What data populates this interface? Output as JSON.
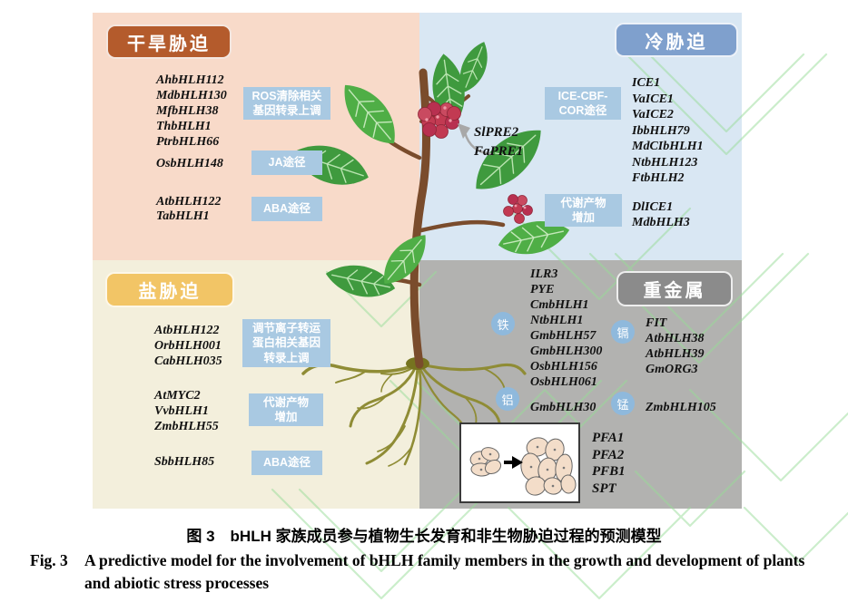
{
  "colors": {
    "drought_bg": "#f8dac9",
    "cold_bg": "#d9e7f3",
    "salt_bg": "#f3efdc",
    "metal_bg": "#b2b2b0",
    "drought_btn": "#b45b2c",
    "cold_btn": "#7fa0cd",
    "salt_btn": "#f2c566",
    "metal_btn": "#8b8b8b",
    "label_box": "#a9c9e2",
    "metal_circle": "#8fb9dc",
    "watermark": "#98dd98"
  },
  "drought": {
    "title": "干旱胁迫",
    "genes1": [
      "AhbHLH112",
      "MdbHLH130",
      "MfbHLH38",
      "ThbHLH1",
      "PtrbHLH66"
    ],
    "box1_line1": "ROS清除相关",
    "box1_line2": "基因转录上调",
    "genes2": [
      "OsbHLH148"
    ],
    "box2": "JA途径",
    "genes3": [
      "AtbHLH122",
      "TabHLH1"
    ],
    "box3": "ABA途径"
  },
  "cold": {
    "title": "冷胁迫",
    "box1_line1": "ICE-CBF-",
    "box1_line2": "COR途径",
    "genes1": [
      "ICE1",
      "VaICE1",
      "VaICE2",
      "IbbHLH79",
      "MdCIbHLH1",
      "NtbHLH123",
      "FtbHLH2"
    ],
    "box2_line1": "代谢产物",
    "box2_line2": "增加",
    "genes2": [
      "DlICE1",
      "MdbHLH3"
    ]
  },
  "plant": {
    "label1": "SlPRE2",
    "label2": "FaPRE1"
  },
  "salt": {
    "title": "盐胁迫",
    "genes1": [
      "AtbHLH122",
      "OrbHLH001",
      "CabHLH035"
    ],
    "box1_line1": "调节离子转运",
    "box1_line2": "蛋白相关基因",
    "box1_line3": "转录上调",
    "genes2": [
      "AtMYC2",
      "VvbHLH1",
      "ZmbHLH55"
    ],
    "box2_line1": "代谢产物",
    "box2_line2": "增加",
    "genes3": [
      "SbbHLH85"
    ],
    "box3": "ABA途径"
  },
  "metal": {
    "title": "重金属",
    "iron_label": "铁",
    "iron_genes": [
      "ILR3",
      "PYE",
      "CmbHLH1",
      "NtbHLH1",
      "GmbHLH57",
      "GmbHLH300",
      "OsbHLH156",
      "OsbHLH061"
    ],
    "cadmium_label": "镉",
    "cadmium_genes": [
      "FIT",
      "AtbHLH38",
      "AtbHLH39",
      "GmORG3"
    ],
    "aluminum_label": "铝",
    "aluminum_genes": [
      "GmbHLH30"
    ],
    "manganese_label": "锰",
    "manganese_genes": [
      "ZmbHLH105"
    ],
    "seed_genes": [
      "PFA1",
      "PFA2",
      "PFB1",
      "SPT"
    ]
  },
  "caption": {
    "zh": "图 3　bHLH 家族成员参与植物生长发育和非生物胁迫过程的预测模型",
    "en_prefix": "Fig. 3",
    "en_line1": "A predictive model for the involvement of bHLH family members in the growth and development of plants",
    "en_line2": "and abiotic stress processes"
  }
}
